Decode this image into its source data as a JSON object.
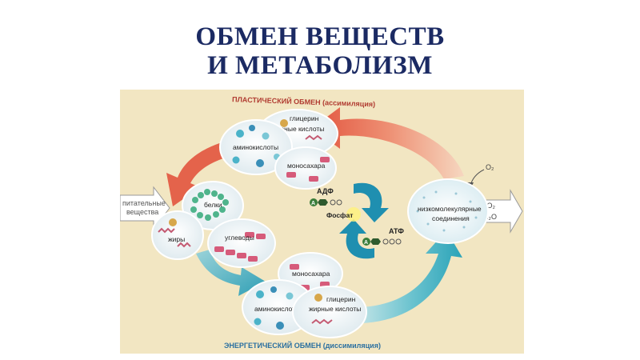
{
  "title": {
    "line1": "ОБМЕН ВЕЩЕСТВ",
    "line2": "И МЕТАБОЛИЗМ"
  },
  "diagram": {
    "plastic_label": "ПЛАСТИЧЕСКИЙ ОБМЕН (ассимиляция)",
    "energy_label": "ЭНЕРГЕТИЧЕСКИЙ ОБМЕН (диссимиляция)",
    "input_line1": "питательные",
    "input_line2": "вещества",
    "proteins": "белки",
    "fats": "жиры",
    "carbs": "углеводы",
    "top_glycerin": "глицерин",
    "top_fatty_acids": "жирные кислоты",
    "top_amino_acids": "аминокислоты",
    "top_monosaccharides": "моносахара",
    "bottom_monosaccharides": "моносахара",
    "bottom_glycerin": "глицерин",
    "bottom_fatty_acids": "жирные кислоты",
    "bottom_amino_acids": "аминокислоты",
    "adp": "АДФ",
    "atp": "АТФ",
    "phosphate": "Фосфат",
    "lowmol_line1": "низкомолекулярные",
    "lowmol_line2": "соединения",
    "o2": "O₂",
    "co2": "CO₂",
    "h2o": "H₂O",
    "a_mark": "A"
  },
  "colors": {
    "title": "#1b2a63",
    "background": "#f2e6c2",
    "plastic_arrow": "#e2543e",
    "energy_arrow": "#2aa3b8",
    "cycle_arrow": "#1f8fb0",
    "label_red": "#b03a30",
    "label_blue": "#2a6fa0"
  }
}
